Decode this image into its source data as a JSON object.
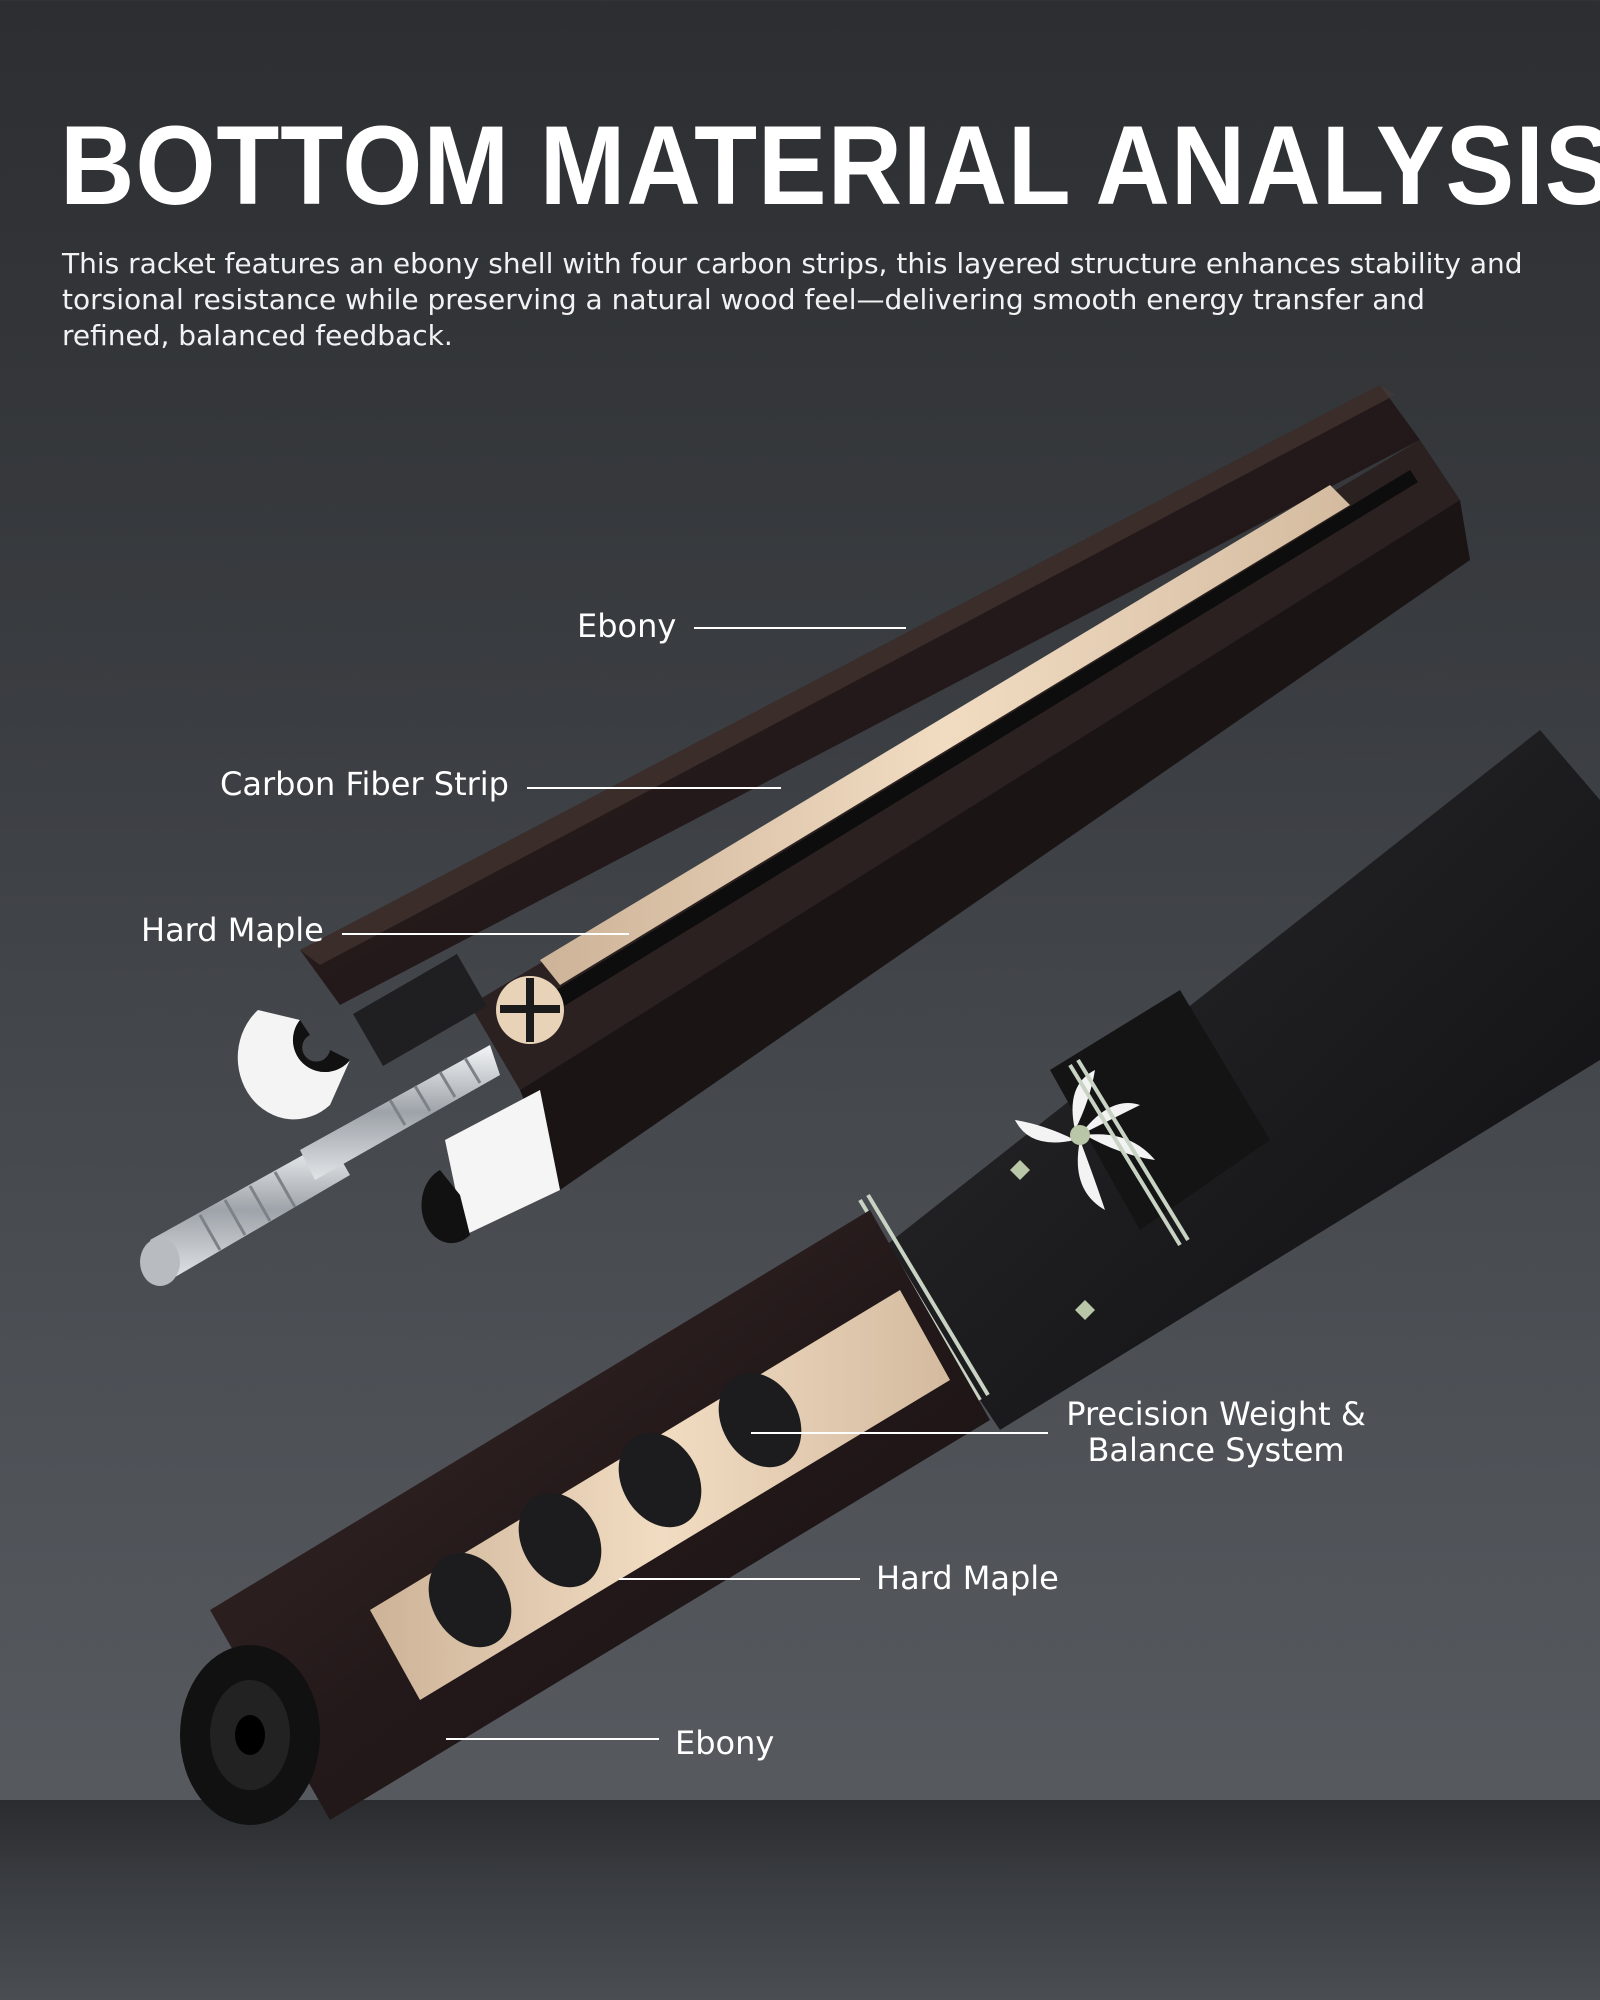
{
  "header": {
    "title": "BOTTOM MATERIAL ANALYSIS",
    "description": "This racket features an ebony shell with four carbon strips, this layered structure enhances stability and torsional resistance while preserving a natural wood feel—delivering smooth energy transfer and refined, balanced feedback."
  },
  "callouts": {
    "upper_ebony": "Ebony",
    "upper_carbon": "Carbon Fiber Strip",
    "upper_maple": "Hard Maple",
    "lower_weight_line1": "Precision Weight &",
    "lower_weight_line2": "Balance System",
    "lower_maple": "Hard Maple",
    "lower_ebony": "Ebony"
  },
  "colors": {
    "ebony": "#2a1f1e",
    "maple": "#e6cfb4",
    "steel": "#c9ccd0",
    "cap": "#f4f4f4",
    "inlay_white": "#f6f6f6"
  }
}
